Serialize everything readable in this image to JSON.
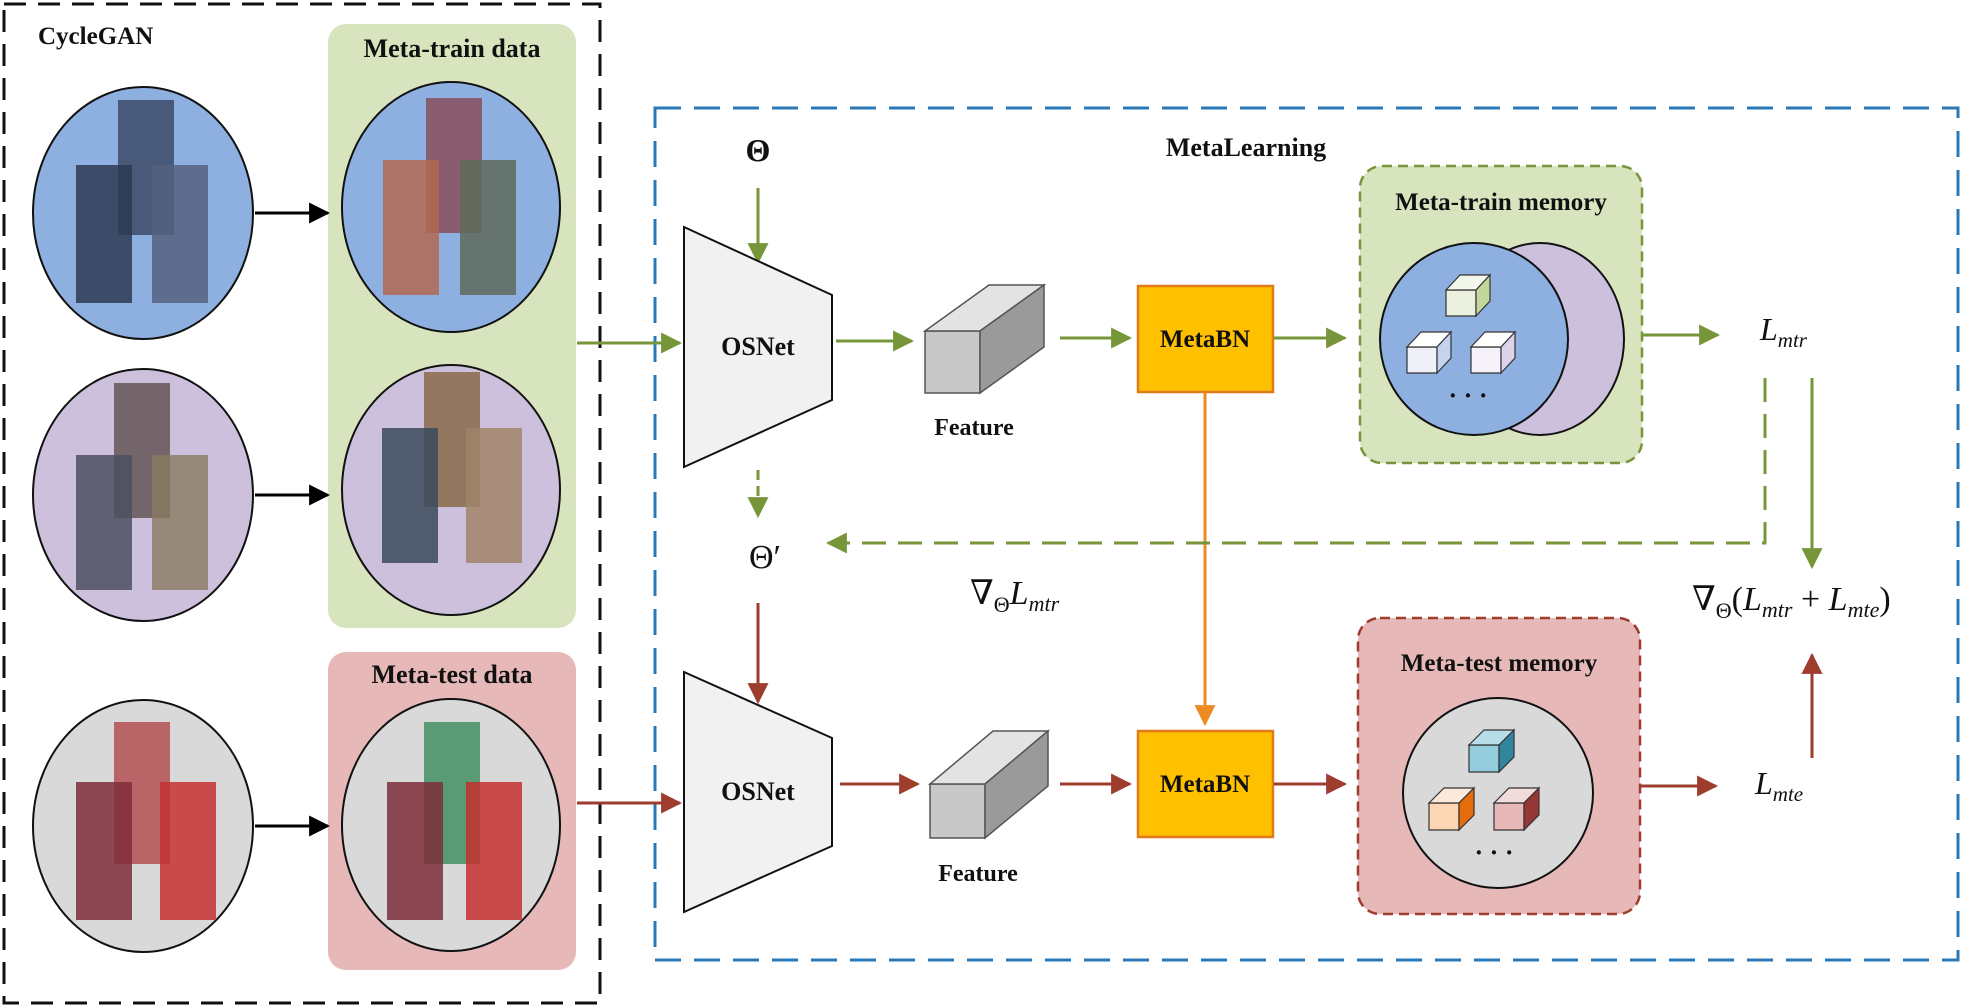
{
  "labels": {
    "cyclegan": "CycleGAN",
    "meta_train_data": "Meta-train data",
    "meta_test_data": "Meta-test data",
    "metalearning": "MetaLearning",
    "theta": "Θ",
    "theta_prime": "Θ′",
    "osnet_top": "OSNet",
    "osnet_bottom": "OSNet",
    "feature_top": "Feature",
    "feature_bottom": "Feature",
    "metabn_top": "MetaBN",
    "metabn_bottom": "MetaBN",
    "meta_train_memory": "Meta-train memory",
    "meta_test_memory": "Meta-test memory",
    "ellipsis_top": "· · ·",
    "ellipsis_bottom": "· · ·",
    "grad_mtr": {
      "nabla": "∇",
      "sub": "Θ",
      "L": "L",
      "idx": "mtr"
    },
    "grad_total": {
      "nabla": "∇",
      "sub": "Θ",
      "open": "(",
      "L1": "L",
      "idx1": "mtr",
      "plus": " + ",
      "L2": "L",
      "idx2": "mte",
      "close": ")"
    },
    "loss_mtr": {
      "L": "L",
      "idx": "mtr"
    },
    "loss_mte": {
      "L": "L",
      "idx": "mte"
    }
  },
  "colors": {
    "green_arrow": "#77963a",
    "red_arrow": "#9e3c2e",
    "orange_arrow": "#ee8a22",
    "blue_dash": "#2a78b8",
    "meta_train_bg": "#d7e4bd",
    "meta_test_bg": "#e6b9b8",
    "blue_ellipse": "#8eb0e0",
    "purple_ellipse": "#ccc0dc",
    "gray_ellipse": "#d9d9d9",
    "metabn_fill": "#ffc000",
    "metabn_border": "#e07b1a"
  }
}
